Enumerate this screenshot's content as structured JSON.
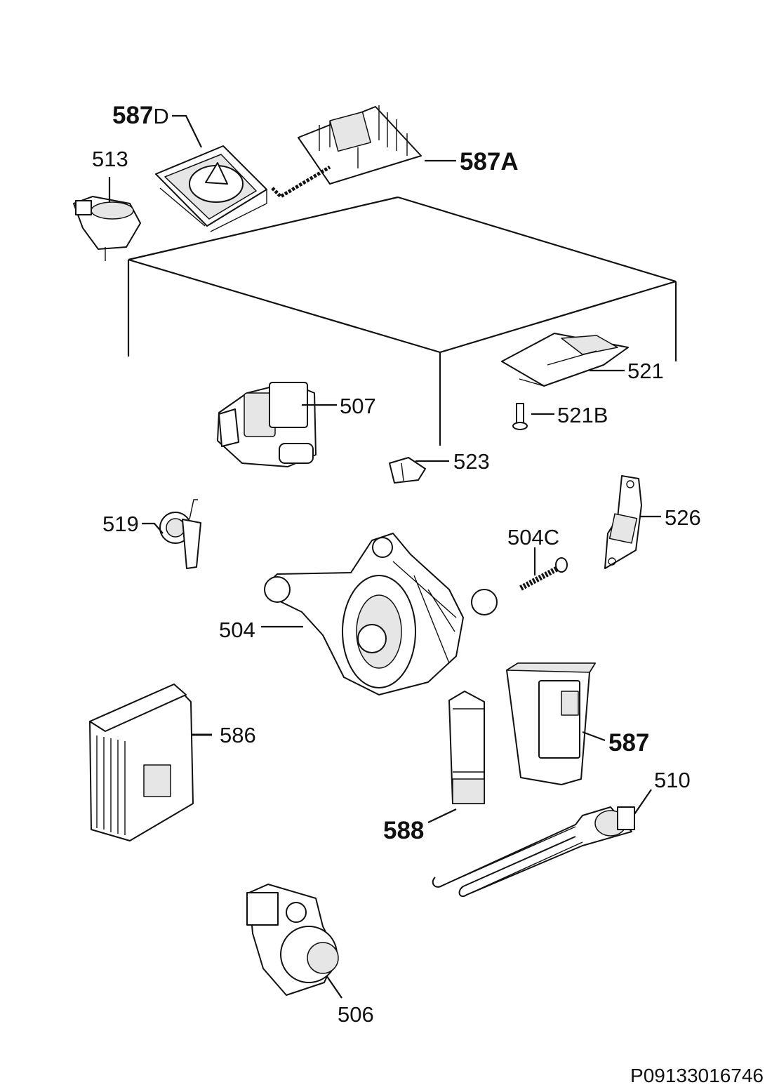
{
  "diagram": {
    "drawing_number": "P09133016746",
    "callouts": {
      "c587d": {
        "number": "587",
        "suffix": "D"
      },
      "c587a": "587A",
      "c513": "513",
      "c507": "507",
      "c521": "521",
      "c521b": "521B",
      "c523": "523",
      "c519": "519",
      "c526": "526",
      "c504c": "504C",
      "c504": "504",
      "c586": "586",
      "c587": "587",
      "c510": "510",
      "c588": "588",
      "c506": "506"
    }
  }
}
